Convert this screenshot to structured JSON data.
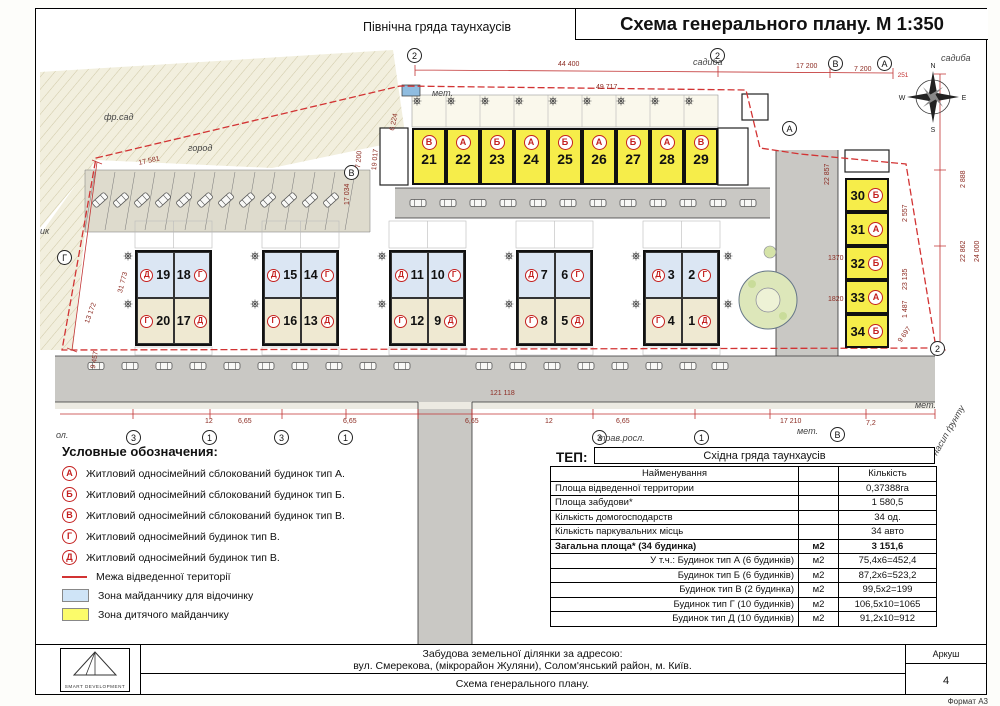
{
  "title": "Схема генерального плану. М 1:350",
  "north_label": "Північна гряда таунхаусів",
  "compass": {
    "n": "N",
    "s": "S",
    "w": "W",
    "e": "E",
    "elev": "251"
  },
  "north_row": [
    {
      "num": "21",
      "badge": "В"
    },
    {
      "num": "22",
      "badge": "А"
    },
    {
      "num": "23",
      "badge": "Б"
    },
    {
      "num": "24",
      "badge": "А"
    },
    {
      "num": "25",
      "badge": "Б"
    },
    {
      "num": "26",
      "badge": "А"
    },
    {
      "num": "27",
      "badge": "Б"
    },
    {
      "num": "28",
      "badge": "А"
    },
    {
      "num": "29",
      "badge": "В"
    }
  ],
  "mid_blocks": [
    {
      "tl_badge": "Д",
      "tl_num": "19",
      "tr_num": "18",
      "tr_badge": "Г",
      "bl_badge": "Г",
      "bl_num": "20",
      "br_num": "17",
      "br_badge": "Д"
    },
    {
      "tl_badge": "Д",
      "tl_num": "15",
      "tr_num": "14",
      "tr_badge": "Г",
      "bl_badge": "Г",
      "bl_num": "16",
      "br_num": "13",
      "br_badge": "Д"
    },
    {
      "tl_badge": "Д",
      "tl_num": "11",
      "tr_num": "10",
      "tr_badge": "Г",
      "bl_badge": "Г",
      "bl_num": "12",
      "br_num": "9",
      "br_badge": "Д"
    },
    {
      "tl_badge": "Д",
      "tl_num": "7",
      "tr_num": "6",
      "tr_badge": "Г",
      "bl_badge": "Г",
      "bl_num": "8",
      "br_num": "5",
      "br_badge": "Д"
    },
    {
      "tl_badge": "Д",
      "tl_num": "3",
      "tr_num": "2",
      "tr_badge": "Г",
      "bl_badge": "Г",
      "bl_num": "4",
      "br_num": "1",
      "br_badge": "Д"
    }
  ],
  "east_column": [
    {
      "num": "30",
      "badge": "Б"
    },
    {
      "num": "31",
      "badge": "А"
    },
    {
      "num": "32",
      "badge": "Б"
    },
    {
      "num": "33",
      "badge": "А"
    },
    {
      "num": "34",
      "badge": "Б"
    }
  ],
  "axis": {
    "top_left": "2",
    "top_right": "2",
    "tr_b": "В",
    "tr_a": "А",
    "right_a": "А",
    "left_v": "В",
    "left_g": "Г",
    "right_2": "2",
    "bottom": [
      "3",
      "1",
      "3",
      "1",
      "3",
      "1"
    ],
    "bottom_b": "В"
  },
  "dims": {
    "d17581": "17 581",
    "d17034": "17 034",
    "d6224": "6 224",
    "d7200a": "7 200",
    "d19017": "19 017",
    "d44400": "44 400",
    "d49717": "49 717",
    "d17200": "17 200",
    "d7200b": "7 200",
    "d31773": "31 773",
    "d13172": "13 172",
    "d9457": "9 457",
    "d121118": "121 118",
    "d665": "6,65",
    "d12": "12",
    "d17210": "17 210",
    "d72": "7,2",
    "d22857": "22 857",
    "d2888": "2 888",
    "d2557": "2 557",
    "d22862": "22 862",
    "d23135": "23 135",
    "d24000": "24 000",
    "d1370": "1370",
    "d1820": "1820",
    "d1487": "1 487",
    "d9697": "9 697"
  },
  "labels": {
    "sadyba": "садиба",
    "met": "мет.",
    "nasyp": "насип ґрунту",
    "fr_sad": "фр.сад",
    "gorod": "город",
    "ik": "ик",
    "ol": "ол.",
    "trav": "трав.росл."
  },
  "legend": {
    "title": "Условные обозначения:",
    "items": [
      {
        "badge": "А",
        "text": "Житловий односімейний сблокований будинок тип А."
      },
      {
        "badge": "Б",
        "text": "Житловий односімейний сблокований будинок тип Б."
      },
      {
        "badge": "В",
        "text": "Житловий односімейний сблокований будинок тип В."
      },
      {
        "badge": "Г",
        "text": "Житловий односімейний будинок тип В."
      },
      {
        "badge": "Д",
        "text": "Житловий односімейний будинок тип В."
      }
    ],
    "boundary": "Межа відведенної території",
    "rest_zone": "Зона майданчику для відочинку",
    "play_zone": "Зона дитячого майданчику"
  },
  "tep": {
    "label": "ТЕП:",
    "caption": "Східна гряда таунхаусів",
    "col_name": "Найменування",
    "col_qty": "Кількість",
    "rows": [
      {
        "name": "Площа відведенної территории",
        "unit": "",
        "qty": "0,37388га"
      },
      {
        "name": "Площа забудови*",
        "unit": "",
        "qty": "1 580,5"
      },
      {
        "name": "Кількість домогосподарств",
        "unit": "",
        "qty": "34 од."
      },
      {
        "name": "Кількість паркувальних місць",
        "unit": "",
        "qty": "34 авто"
      },
      {
        "name": "Загальна площа* (34 будинка)",
        "unit": "м2",
        "qty": "3 151,6"
      },
      {
        "name": "У т.ч.: Будинок тип А (6 будинків)",
        "unit": "м2",
        "qty": "75,4х6=452,4"
      },
      {
        "name": "Будинок тип Б (6 будинків)",
        "unit": "м2",
        "qty": "87,2х6=523,2"
      },
      {
        "name": "Будинок тип В (2 будинка)",
        "unit": "м2",
        "qty": "99,5х2=199"
      },
      {
        "name": "Будинок тип Г (10 будинків)",
        "unit": "м2",
        "qty": "106,5х10=1065"
      },
      {
        "name": "Будинок тип Д (10 будинків)",
        "unit": "м2",
        "qty": "91,2х10=912"
      }
    ]
  },
  "titleblock": {
    "line1": "Забудова земельної ділянки за адресою:",
    "line2": "вул. Смерекова, (мікрорайон Жуляни), Солом'янський район, м. Київ.",
    "doc_title": "Схема генерального плану.",
    "sheet_label": "Аркуш",
    "sheet_value": "4",
    "format": "Формат А3",
    "logo_text": "SMART DEVELOPMENT"
  },
  "colors": {
    "house_yellow": "#f6ed4a",
    "unit_blue": "#dbe6f3",
    "unit_cream": "#efe9d2",
    "badge_red": "#c4201f",
    "road_gray": "#c9c8c4",
    "boundary_red": "#d23333",
    "zone_blue": "#cfe4f7",
    "zone_yellow": "#fbfb6a"
  }
}
